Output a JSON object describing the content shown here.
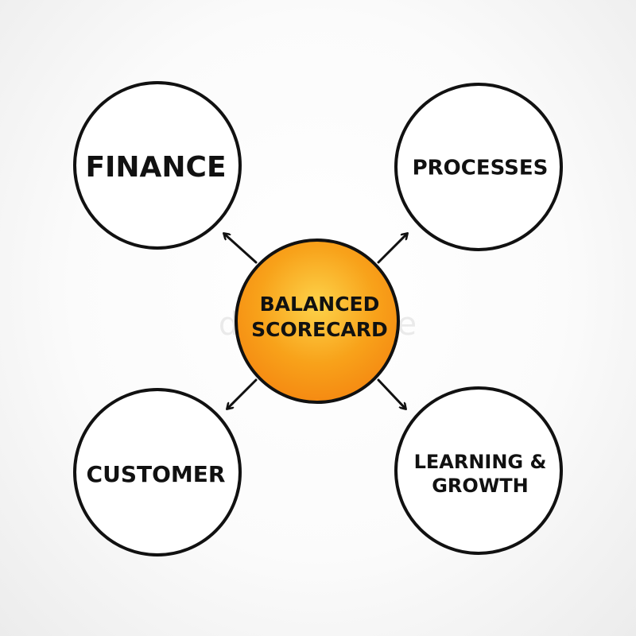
{
  "diagram": {
    "center": {
      "label_lines": [
        "BALANCED",
        "SCORECARD"
      ],
      "fill": "#f8a21a",
      "stroke": "#111111"
    },
    "nodes": [
      {
        "id": "finance",
        "label_lines": [
          "FINANCE"
        ]
      },
      {
        "id": "processes",
        "label_lines": [
          "PROCESSES"
        ]
      },
      {
        "id": "customer",
        "label_lines": [
          "CUSTOMER"
        ]
      },
      {
        "id": "learning-growth",
        "label_lines": [
          "LEARNING &",
          "GROWTH"
        ]
      }
    ],
    "colors": {
      "circle_stroke": "#111111",
      "circle_fill": "#ffffff",
      "arrow": "#111111"
    }
  },
  "watermark": "dreamstime"
}
